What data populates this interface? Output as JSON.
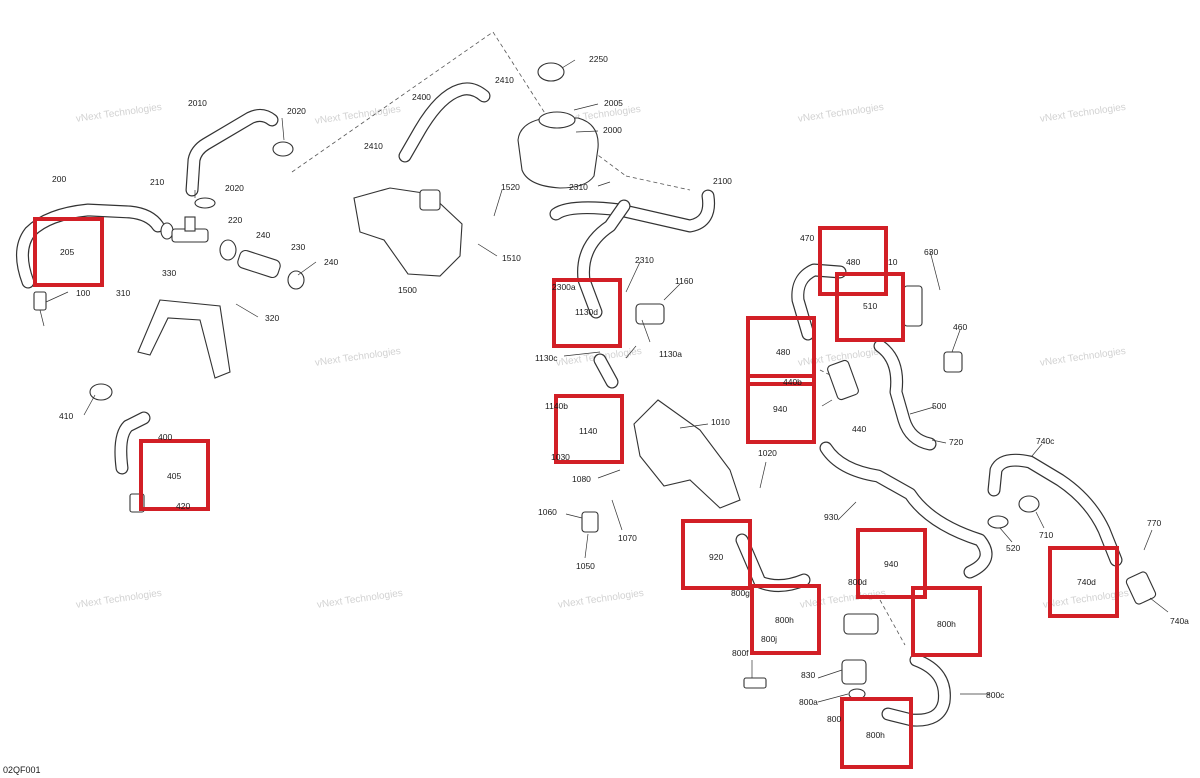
{
  "diagram": {
    "code": "02QF001",
    "watermark": "vNext Technologies",
    "highlight_color": "#d21f26",
    "parts": [
      {
        "key": "p2250",
        "label": "2250"
      },
      {
        "key": "p2410a",
        "label": "2410"
      },
      {
        "key": "p2400",
        "label": "2400"
      },
      {
        "key": "p2005",
        "label": "2005"
      },
      {
        "key": "p2000",
        "label": "2000"
      },
      {
        "key": "p2010",
        "label": "2010"
      },
      {
        "key": "p2020a",
        "label": "2020"
      },
      {
        "key": "p2410b",
        "label": "2410"
      },
      {
        "key": "p2310a",
        "label": "2310"
      },
      {
        "key": "p2100",
        "label": "2100"
      },
      {
        "key": "p200",
        "label": "200"
      },
      {
        "key": "p210",
        "label": "210"
      },
      {
        "key": "p2020b",
        "label": "2020"
      },
      {
        "key": "p1520",
        "label": "1520"
      },
      {
        "key": "p220",
        "label": "220"
      },
      {
        "key": "p240a",
        "label": "240"
      },
      {
        "key": "p230",
        "label": "230"
      },
      {
        "key": "p1510",
        "label": "1510"
      },
      {
        "key": "p205",
        "label": "205"
      },
      {
        "key": "p240b",
        "label": "240"
      },
      {
        "key": "p470",
        "label": "470"
      },
      {
        "key": "p480a",
        "label": "480"
      },
      {
        "key": "p630",
        "label": "630"
      },
      {
        "key": "p10",
        "label": "10"
      },
      {
        "key": "p2310b",
        "label": "2310"
      },
      {
        "key": "p330",
        "label": "330"
      },
      {
        "key": "p2300a",
        "label": "2300a"
      },
      {
        "key": "p1160",
        "label": "1160"
      },
      {
        "key": "p100",
        "label": "100"
      },
      {
        "key": "p1500",
        "label": "1500"
      },
      {
        "key": "p310",
        "label": "310"
      },
      {
        "key": "p320",
        "label": "320"
      },
      {
        "key": "p510",
        "label": "510"
      },
      {
        "key": "p1130d",
        "label": "1130d"
      },
      {
        "key": "p460",
        "label": "460"
      },
      {
        "key": "p1130a",
        "label": "1130a"
      },
      {
        "key": "p480b",
        "label": "480"
      },
      {
        "key": "p1130c",
        "label": "1130c"
      },
      {
        "key": "p440b",
        "label": "440b"
      },
      {
        "key": "p500",
        "label": "500"
      },
      {
        "key": "p1140b",
        "label": "1140b"
      },
      {
        "key": "p410",
        "label": "410"
      },
      {
        "key": "p940a",
        "label": "940"
      },
      {
        "key": "p440",
        "label": "440"
      },
      {
        "key": "p1010",
        "label": "1010"
      },
      {
        "key": "p1140",
        "label": "1140"
      },
      {
        "key": "p400",
        "label": "400"
      },
      {
        "key": "p740c",
        "label": "740c"
      },
      {
        "key": "p720",
        "label": "720"
      },
      {
        "key": "p1030",
        "label": "1030"
      },
      {
        "key": "p1020",
        "label": "1020"
      },
      {
        "key": "p405",
        "label": "405"
      },
      {
        "key": "p1080",
        "label": "1080"
      },
      {
        "key": "p420",
        "label": "420"
      },
      {
        "key": "p930",
        "label": "930"
      },
      {
        "key": "p710",
        "label": "710"
      },
      {
        "key": "p1060",
        "label": "1060"
      },
      {
        "key": "p770",
        "label": "770"
      },
      {
        "key": "p1070",
        "label": "1070"
      },
      {
        "key": "p520",
        "label": "520"
      },
      {
        "key": "p920",
        "label": "920"
      },
      {
        "key": "p940b",
        "label": "940"
      },
      {
        "key": "p1050",
        "label": "1050"
      },
      {
        "key": "p740d",
        "label": "740d"
      },
      {
        "key": "p800d",
        "label": "800d"
      },
      {
        "key": "p800g",
        "label": "800g"
      },
      {
        "key": "p740a",
        "label": "740a"
      },
      {
        "key": "p800h_a",
        "label": "800h"
      },
      {
        "key": "p800h_b",
        "label": "800h"
      },
      {
        "key": "p800j",
        "label": "800j"
      },
      {
        "key": "p800f",
        "label": "800f"
      },
      {
        "key": "p830",
        "label": "830"
      },
      {
        "key": "p800c",
        "label": "800c"
      },
      {
        "key": "p800a",
        "label": "800a"
      },
      {
        "key": "p800e",
        "label": "800"
      },
      {
        "key": "p800h_c",
        "label": "800h"
      }
    ],
    "highlights": [
      "p205",
      "p480a",
      "p510",
      "p1130d",
      "p480b",
      "p940a",
      "p1140",
      "p405",
      "p920",
      "p940b",
      "p800h_a",
      "p800h_b",
      "p740d",
      "p800h_c"
    ]
  }
}
